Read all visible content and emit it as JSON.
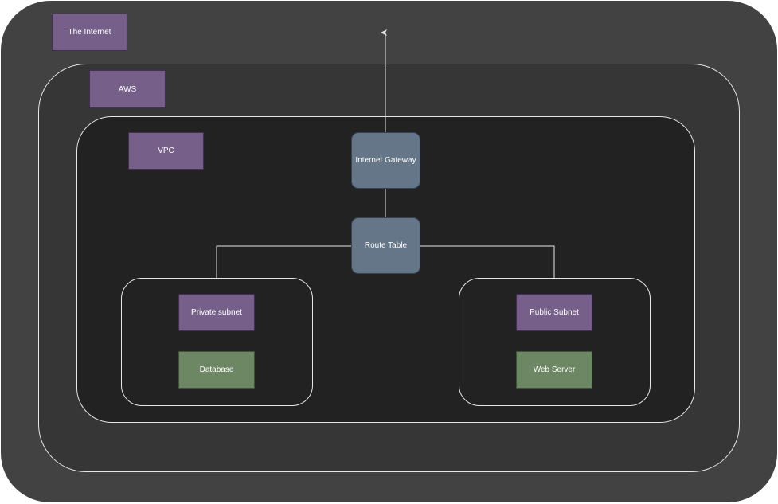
{
  "colors": {
    "outer_fill": "#424242",
    "aws_fill": "#363636",
    "vpc_fill": "#222222",
    "border": "#e6e6e6",
    "purple_label": "#76608a",
    "green_label": "#6d8764",
    "slate_label": "#647687",
    "connector": "#e6e6e6"
  },
  "containers": {
    "internet_label": "The Internet",
    "aws_label": "AWS",
    "vpc_label": "VPC"
  },
  "nodes": {
    "internet_gateway": "Internet Gateway",
    "route_table": "Route Table",
    "private_subnet": "Private subnet",
    "database": "Database",
    "public_subnet": "Public Subnet",
    "web_server": "Web Server"
  },
  "edges": [
    {
      "from": "internet_gateway",
      "to": "internet",
      "style": "arrow"
    },
    {
      "from": "route_table",
      "to": "internet_gateway",
      "style": "line"
    },
    {
      "from": "route_table",
      "to": "private_subnet_container",
      "style": "line"
    },
    {
      "from": "route_table",
      "to": "public_subnet_container",
      "style": "line"
    }
  ]
}
